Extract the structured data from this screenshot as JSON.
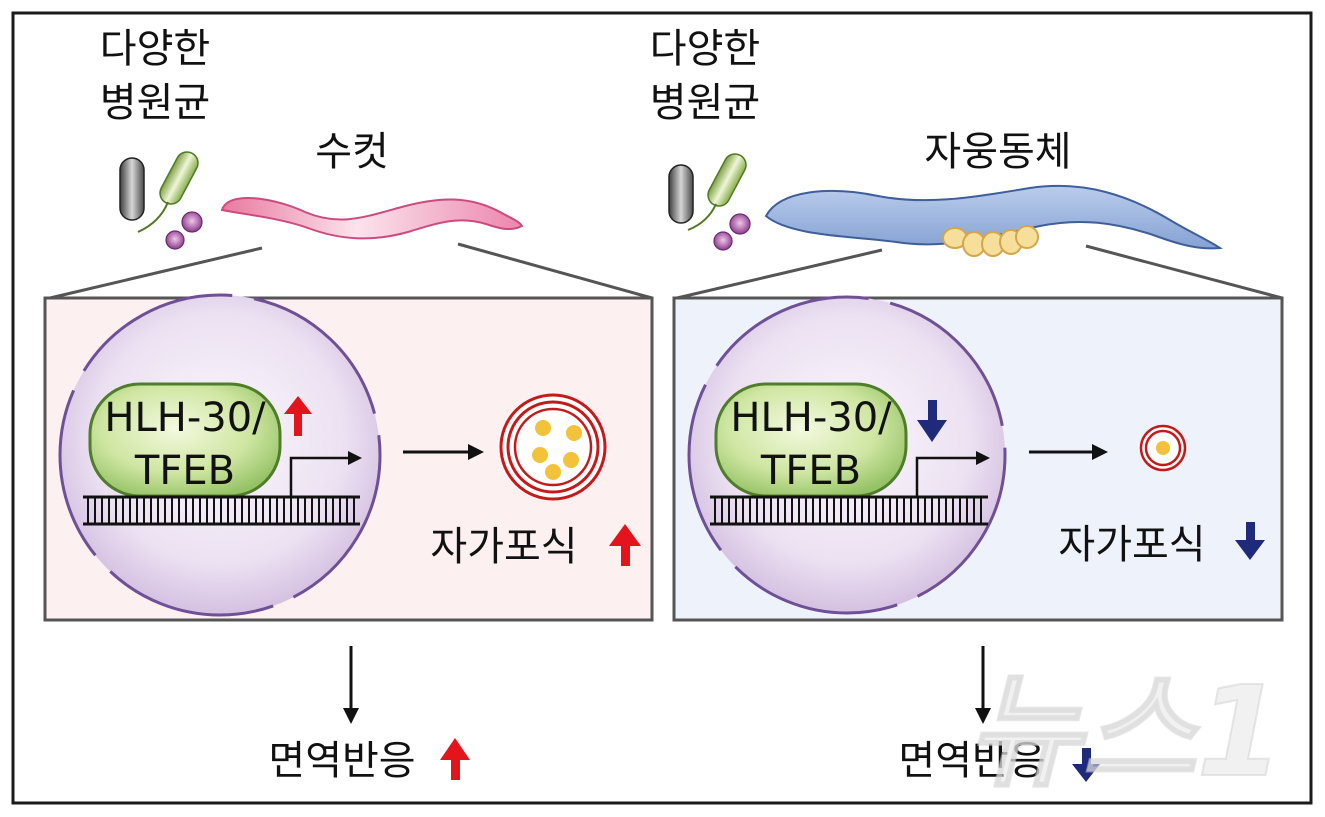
{
  "left": {
    "pathogens_line1": "다양한",
    "pathogens_line2": "병원균",
    "organism": "수컷",
    "tf_line1": "HLH-30/",
    "tf_line2": "TFEB",
    "autophagy": "자가포식",
    "immune": "면역반응",
    "direction": "up"
  },
  "right": {
    "pathogens_line1": "다양한",
    "pathogens_line2": "병원균",
    "organism": "자웅동체",
    "tf_line1": "HLH-30/",
    "tf_line2": "TFEB",
    "autophagy": "자가포식",
    "immune": "면역반응",
    "direction": "down"
  },
  "watermark": "뉴스1",
  "colors": {
    "up_arrow": "#e3141b",
    "down_arrow": "#1f2a7a",
    "left_panel_bg": "#fcf0f0",
    "right_panel_bg": "#eef3fb",
    "nucleus_border": "#6f4f96",
    "tf_fill": "#c9e39a",
    "tf_border": "#4f7d2a",
    "autophagosome": "#c41a1a",
    "cargo": "#f2c23a",
    "male_worm": "#ef90b2",
    "hermaphrodite_worm": "#9bb6de",
    "egg": "#f6de9b"
  }
}
